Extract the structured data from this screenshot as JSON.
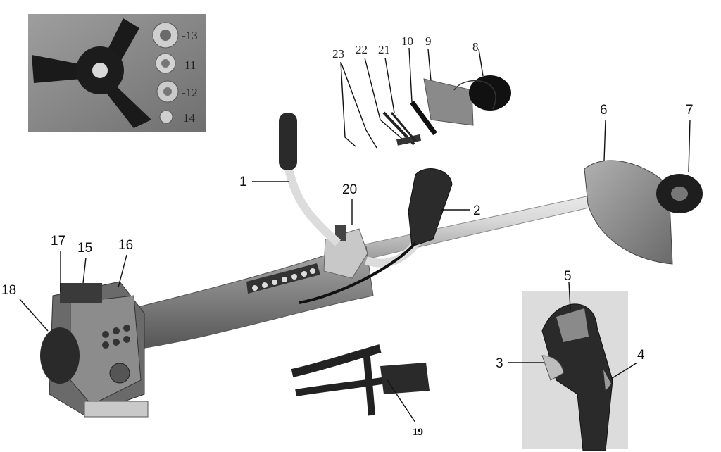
{
  "diagram": {
    "labels": {
      "main": [
        {
          "id": "p1",
          "text": "1"
        },
        {
          "id": "p2",
          "text": "2"
        },
        {
          "id": "p6",
          "text": "6"
        },
        {
          "id": "p7",
          "text": "7"
        },
        {
          "id": "p15",
          "text": "15"
        },
        {
          "id": "p16",
          "text": "16"
        },
        {
          "id": "p17",
          "text": "17"
        },
        {
          "id": "p18",
          "text": "18"
        },
        {
          "id": "p20",
          "text": "20"
        }
      ],
      "inset_blade": [
        {
          "id": "p13",
          "text": "-13"
        },
        {
          "id": "p11",
          "text": "11"
        },
        {
          "id": "p12",
          "text": "-12"
        },
        {
          "id": "p14",
          "text": "14"
        }
      ],
      "tools": [
        {
          "id": "p23",
          "text": "23"
        },
        {
          "id": "p22",
          "text": "22"
        },
        {
          "id": "p21",
          "text": "21"
        },
        {
          "id": "p10",
          "text": "10"
        },
        {
          "id": "p9",
          "text": "9"
        },
        {
          "id": "p8",
          "text": "8"
        }
      ],
      "inset_handle": [
        {
          "id": "p3",
          "text": "3"
        },
        {
          "id": "p4",
          "text": "4"
        },
        {
          "id": "p5",
          "text": "5"
        }
      ],
      "harness": [
        {
          "id": "p19",
          "text": "19"
        }
      ]
    }
  }
}
